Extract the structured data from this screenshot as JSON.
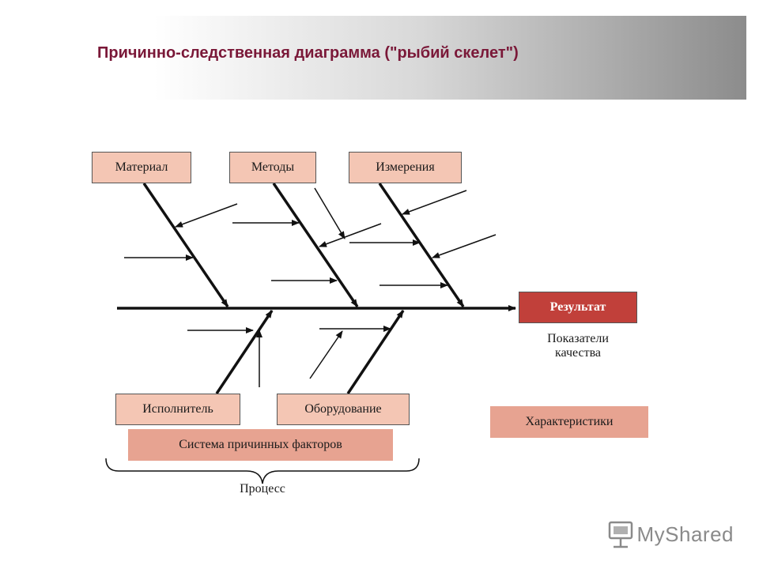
{
  "header": {
    "title": "Причинно-следственная диаграмма (\"рыбий скелет\")"
  },
  "diagram": {
    "causes_top": [
      "Материал",
      "Методы",
      "Измерения"
    ],
    "causes_bottom": [
      "Исполнитель",
      "Оборудование"
    ],
    "result": "Результат",
    "result_caption": [
      "Показатели",
      "качества"
    ],
    "factors_label": "Система причинных факторов",
    "characteristics_label": "Характеристики",
    "process_label": "Процесс"
  },
  "colors": {
    "title": "#7a1838",
    "cause_fill": "#f4c6b4",
    "label_fill": "#e7a391",
    "result_fill": "#c1403a",
    "line": "#111111"
  },
  "watermark": {
    "brand": "MyShared",
    "icon": "presentation-icon"
  }
}
